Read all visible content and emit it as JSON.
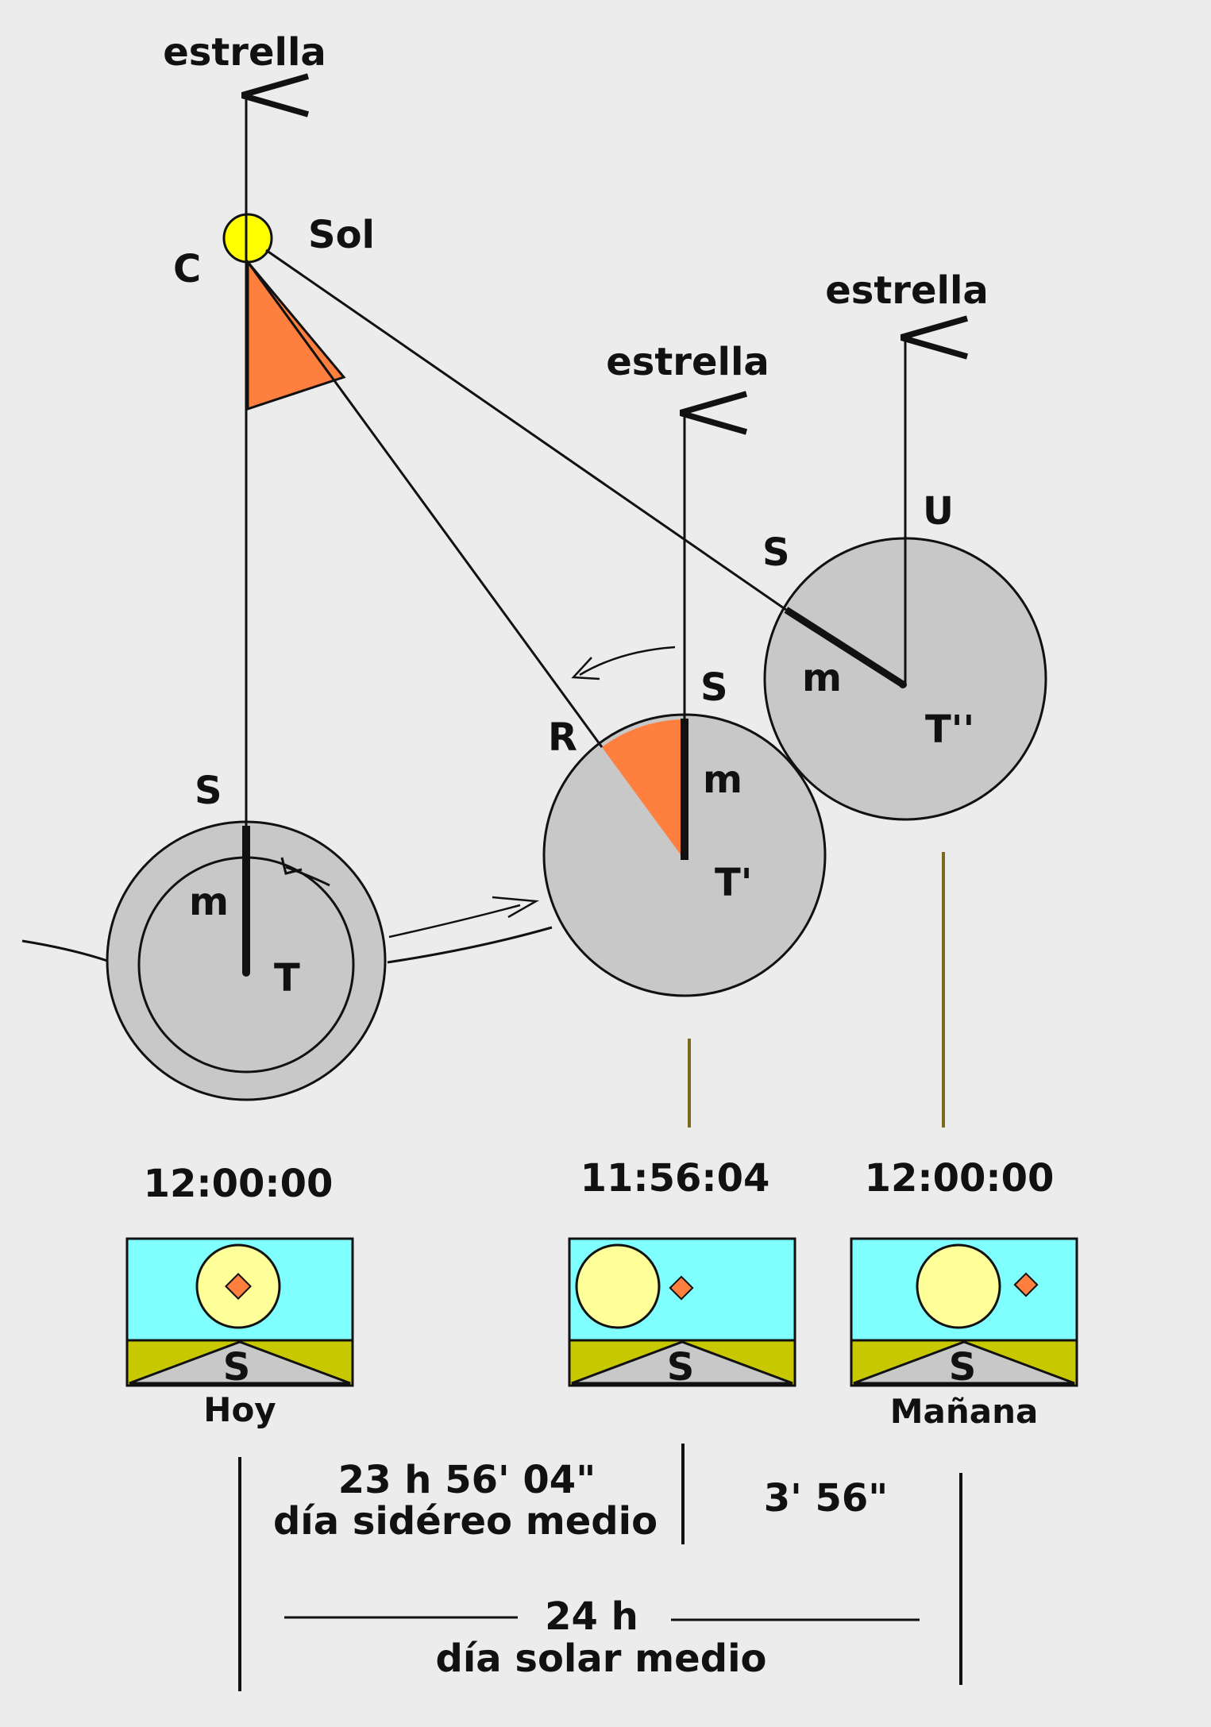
{
  "labels": {
    "star": "estrella",
    "sun": "Sol",
    "sun_point": "C",
    "earth_today": "T",
    "earth_sidereal": "T'",
    "earth_tomorrow": "T''",
    "meridian_s": "S",
    "meridian_m": "m",
    "point_r": "R",
    "point_u": "U",
    "view_s": "S"
  },
  "times": {
    "today": "12:00:00",
    "sidereal": "11:56:04",
    "tomorrow": "12:00:00"
  },
  "captions": {
    "today": "Hoy",
    "tomorrow": "Mañana"
  },
  "intervals": {
    "sidereal_value": "23 h 56' 04\"",
    "sidereal_label": "día sidéreo medio",
    "difference": "3' 56\"",
    "solar_value": "24 h",
    "solar_label": "día solar medio"
  },
  "colors": {
    "background": "#ececec",
    "earth": "#c8c8c8",
    "sun": "#ffff00",
    "sector": "#ff7f3f",
    "sky": "#80ffff",
    "sun_disk": "#ffff99",
    "ground": "#c8c800",
    "hill": "#c8c8c8",
    "guide_line": "#7a6a20"
  }
}
